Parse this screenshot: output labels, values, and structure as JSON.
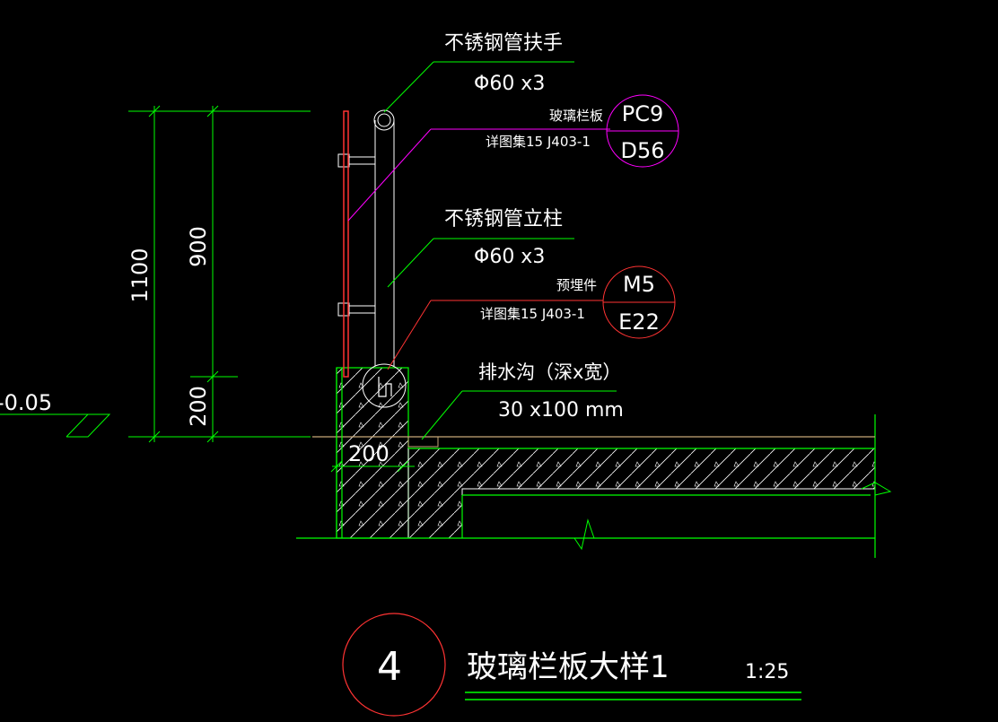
{
  "colors": {
    "background": "#000000",
    "green": "#00ff00",
    "red": "#ff3333",
    "magenta": "#ff00ff",
    "white": "#ffffff",
    "tan": "#c8a878"
  },
  "labels": {
    "handrail": {
      "name": "不锈钢管扶手",
      "size": "Φ60 x3"
    },
    "post": {
      "name": "不锈钢管立柱",
      "size": "Φ60 x3"
    },
    "glass_panel": {
      "name": "玻璃栏板",
      "ref": "详图集15 J403-1",
      "bubble_top": "PC9",
      "bubble_bottom": "D56"
    },
    "embed": {
      "name": "预埋件",
      "ref": "详图集15 J403-1",
      "bubble_top": "M5",
      "bubble_bottom": "E22"
    },
    "drain": {
      "name": "排水沟（深x宽）",
      "size": "30 x100 mm"
    },
    "level": "-0.05"
  },
  "dimensions": {
    "total_height": "1100",
    "upper_height": "900",
    "curb_height": "200",
    "curb_width": "200"
  },
  "title_block": {
    "number": "4",
    "title": "玻璃栏板大样1",
    "scale": "1:25"
  }
}
